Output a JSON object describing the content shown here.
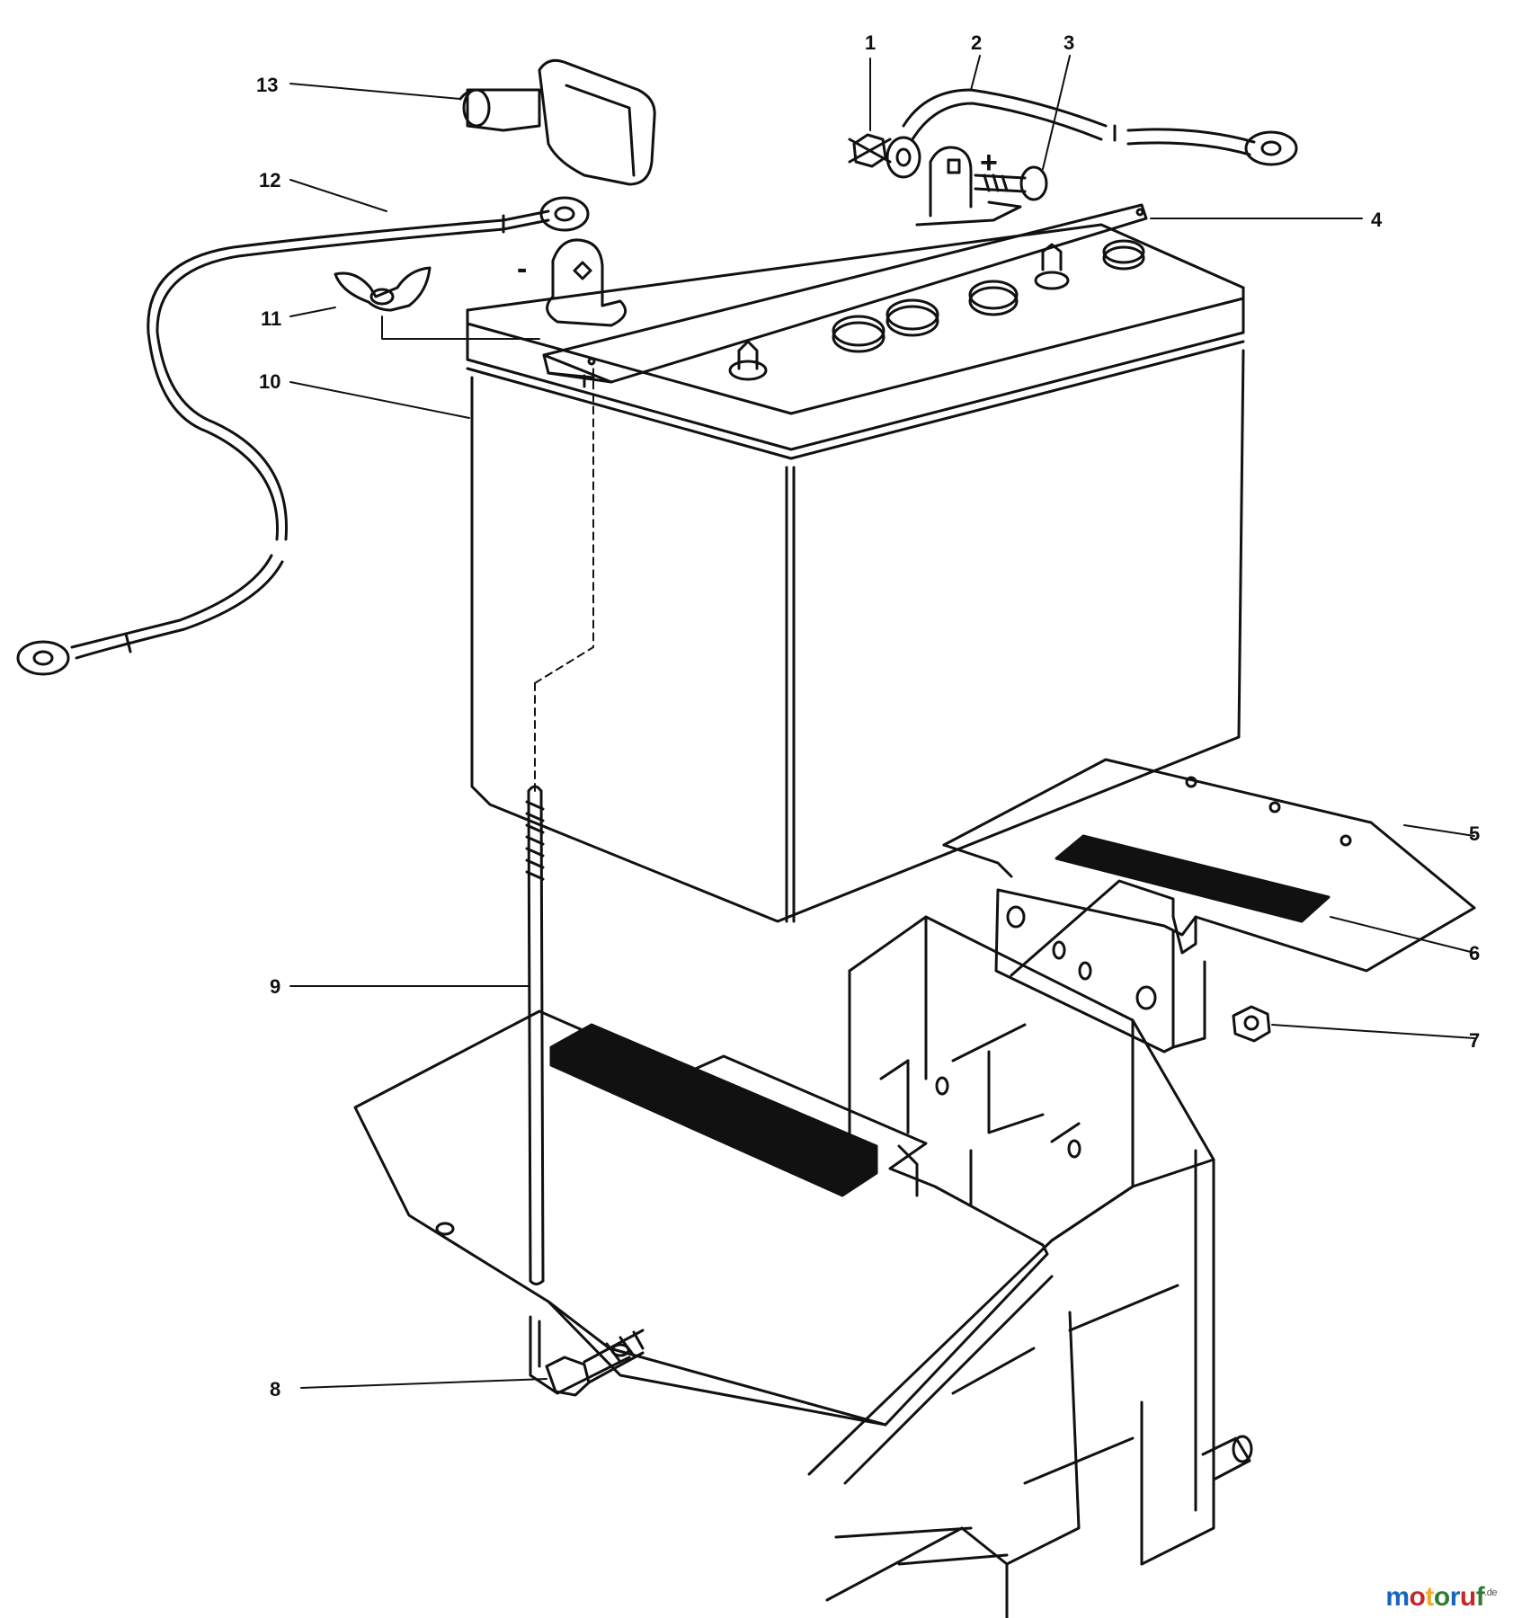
{
  "diagram": {
    "part_numbers": [
      "1",
      "2",
      "3",
      "4",
      "5",
      "6",
      "7",
      "8",
      "9",
      "10",
      "11",
      "12",
      "13"
    ],
    "terminal_positive": "+",
    "terminal_negative": "-"
  },
  "watermark": {
    "letters": [
      "m",
      "o",
      "t",
      "o",
      "r",
      "u",
      "f"
    ],
    "colors": [
      "#1565c0",
      "#c62828",
      "#f9a825",
      "#2e7d32",
      "#1565c0",
      "#c62828",
      "#2e7d32"
    ],
    "suffix": ".de"
  },
  "colors": {
    "line": "#111111",
    "background": "#ffffff"
  }
}
